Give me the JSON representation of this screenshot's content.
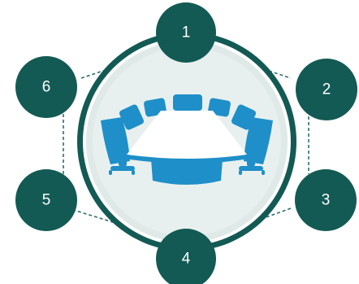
{
  "diagram": {
    "nodes": [
      {
        "label": "1"
      },
      {
        "label": "2"
      },
      {
        "label": "3"
      },
      {
        "label": "4"
      },
      {
        "label": "5"
      },
      {
        "label": "6"
      }
    ],
    "center_icon": "conference-table-icon",
    "colors": {
      "node_fill": "#135a54",
      "ring_outer": "#135a54",
      "ring_inner": "#ffffff",
      "center_fill": "#dfe9e8",
      "icon": "#1e8fc8",
      "connector": "#2f6f6a"
    }
  }
}
